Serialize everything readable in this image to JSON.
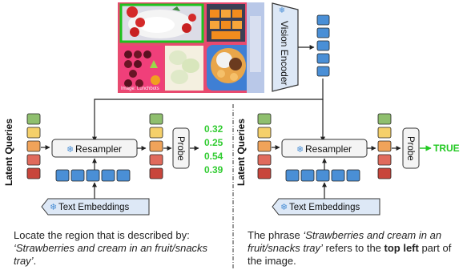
{
  "diagram": {
    "vision_encoder_label": "Vision Encoder",
    "latent_queries_label": "Latent Queries",
    "resampler_label": "Resampler",
    "probe_label": "Probe",
    "text_embeddings_label": "Text Embeddings",
    "snowflake": "❄",
    "scores": [
      "0.32",
      "0.25",
      "0.54",
      "0.39"
    ],
    "output_label": "TRUE",
    "photo_credit": "Image: Lunchbots",
    "colors": {
      "green_box": "#8fbf6e",
      "yellow_box": "#f5d06a",
      "orange_box": "#f0a35a",
      "red_box": "#e06a5c",
      "darkred_box": "#c8453b",
      "blue_box": "#4a8fd6",
      "score_green": "#33cc33",
      "highlight_green": "#22c922"
    }
  },
  "captions": {
    "left": {
      "text1": "Locate the region that is described by: ",
      "quote": "‘Strawberries and cream in an fruit/snacks tray’",
      "text2": "."
    },
    "right": {
      "text1": "The phrase ",
      "quote": "‘Strawberries and cream in an fruit/snacks tray’",
      "text2": " refers to the ",
      "bold": "top left",
      "text3": " part of the image."
    }
  }
}
